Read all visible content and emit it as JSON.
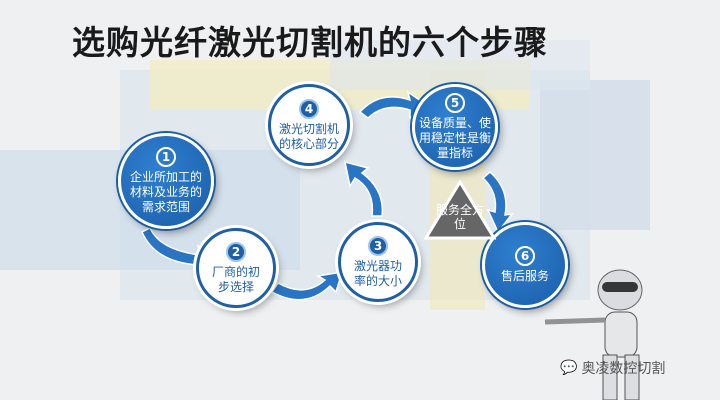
{
  "title": "选购光纤激光切割机的六个步骤",
  "steps": [
    {
      "num": "1",
      "text": "企业所加工的材料及业务的需求范围"
    },
    {
      "num": "2",
      "text": "厂商的初步选择"
    },
    {
      "num": "3",
      "text": "激光器功率的大小"
    },
    {
      "num": "4",
      "text": "激光切割机的核心部分"
    },
    {
      "num": "5",
      "text": "设备质量、使用稳定性是衡量指标"
    },
    {
      "num": "6",
      "text": "售后服务"
    }
  ],
  "center_label": "服务全方位",
  "watermark": "奥凌数控切割",
  "colors": {
    "blue": "#1a5ea8",
    "triangle": "#666666"
  }
}
